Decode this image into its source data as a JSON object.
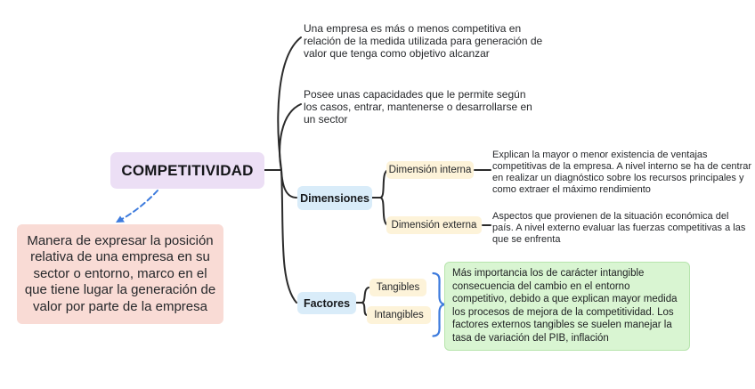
{
  "mindmap": {
    "root": {
      "label": "COMPETITIVIDAD",
      "definition": "Manera de expresar la posición relativa de una empresa en su sector o entorno, marco en el que tiene lugar la generación de valor por parte de la empresa",
      "note_1": "Una empresa es más o menos competitiva en relación de la medida utilizada para generación de valor que tenga como objetivo alcanzar",
      "note_2": "Posee unas capacidades que le permite según los casos, entrar, mantenerse o desarrollarse en un sector"
    },
    "dimensiones": {
      "label": "Dimensiones",
      "interna": {
        "label": "Dimensión interna",
        "description": "Explican la mayor o menor existencia de ventajas competitivas de la empresa. A nivel interno se ha de centrar en realizar un diagnóstico sobre los recursos principales y como extraer el máximo rendimiento"
      },
      "externa": {
        "label": "Dimensión externa",
        "description": "Aspectos que provienen de la situación económica del país. A nivel externo evaluar las fuerzas competitivas a las que se enfrenta"
      }
    },
    "factores": {
      "label": "Factores",
      "tangibles_label": "Tangibles",
      "intangibles_label": "Intangibles",
      "note": "Más importancia los de carácter intangible consecuencia del cambio en el entorno competitivo, debido a que explican mayor medida los procesos de mejora de la competitividad. Los factores externos tangibles se suelen manejar la tasa de variación del PIB, inflación"
    },
    "colors": {
      "root_fill": "#ecdff5",
      "definition_fill": "#f9dbd5",
      "branch_fill": "#d9ecf9",
      "leaf_fill": "#fdf3d9",
      "note_fill": "#d9f5d2",
      "note_border": "#b7e4ad",
      "connector": "#2b2b2b",
      "accent_blue": "#3d7bdd"
    }
  }
}
